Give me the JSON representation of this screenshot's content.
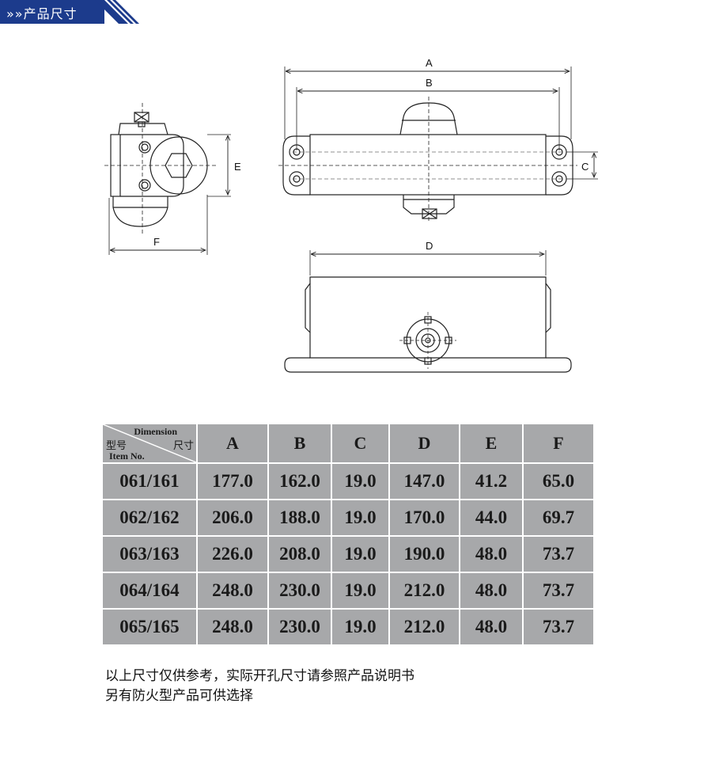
{
  "header": {
    "title": "产品尺寸",
    "chevron": "»»"
  },
  "dimension_labels": {
    "A": "A",
    "B": "B",
    "C": "C",
    "D": "D",
    "E": "E",
    "F": "F"
  },
  "table": {
    "corner": {
      "en_top": "Dimension",
      "cn_left": "型号",
      "cn_right": "尺寸",
      "en_bottom": "Item No."
    },
    "columns": [
      "A",
      "B",
      "C",
      "D",
      "E",
      "F"
    ],
    "rows": [
      {
        "item": "061/161",
        "values": [
          "177.0",
          "162.0",
          "19.0",
          "147.0",
          "41.2",
          "65.0"
        ]
      },
      {
        "item": "062/162",
        "values": [
          "206.0",
          "188.0",
          "19.0",
          "170.0",
          "44.0",
          "69.7"
        ]
      },
      {
        "item": "063/163",
        "values": [
          "226.0",
          "208.0",
          "19.0",
          "190.0",
          "48.0",
          "73.7"
        ]
      },
      {
        "item": "064/164",
        "values": [
          "248.0",
          "230.0",
          "19.0",
          "212.0",
          "48.0",
          "73.7"
        ]
      },
      {
        "item": "065/165",
        "values": [
          "248.0",
          "230.0",
          "19.0",
          "212.0",
          "48.0",
          "73.7"
        ]
      }
    ]
  },
  "notes": [
    "以上尺寸仅供参考，实际开孔尺寸请参照产品说明书",
    "另有防火型产品可供选择"
  ],
  "colors": {
    "banner": "#1c3b8c",
    "table_cell": "#a7a8aa"
  }
}
